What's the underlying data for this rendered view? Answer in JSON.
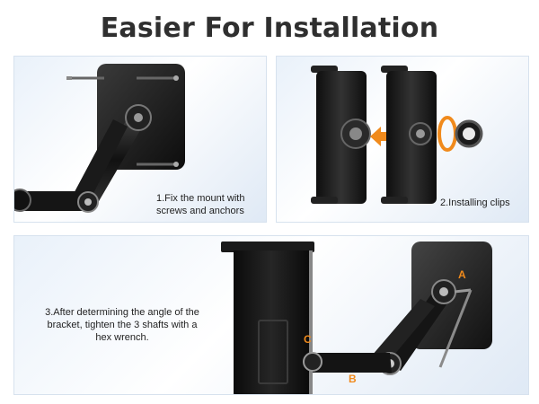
{
  "page": {
    "title": "Easier For Installation"
  },
  "steps": [
    {
      "caption": "1.Fix the mount with screws and anchors"
    },
    {
      "caption": "2.Installing clips"
    },
    {
      "caption": "3.After determining the angle of the bracket, tighten the 3 shafts with a hex wrench."
    }
  ],
  "shaft_labels": {
    "a": "A",
    "b": "B",
    "c": "C"
  },
  "colors": {
    "accent": "#f08a1c",
    "title": "#2f2f2f",
    "metal": "#1c1c1c"
  }
}
